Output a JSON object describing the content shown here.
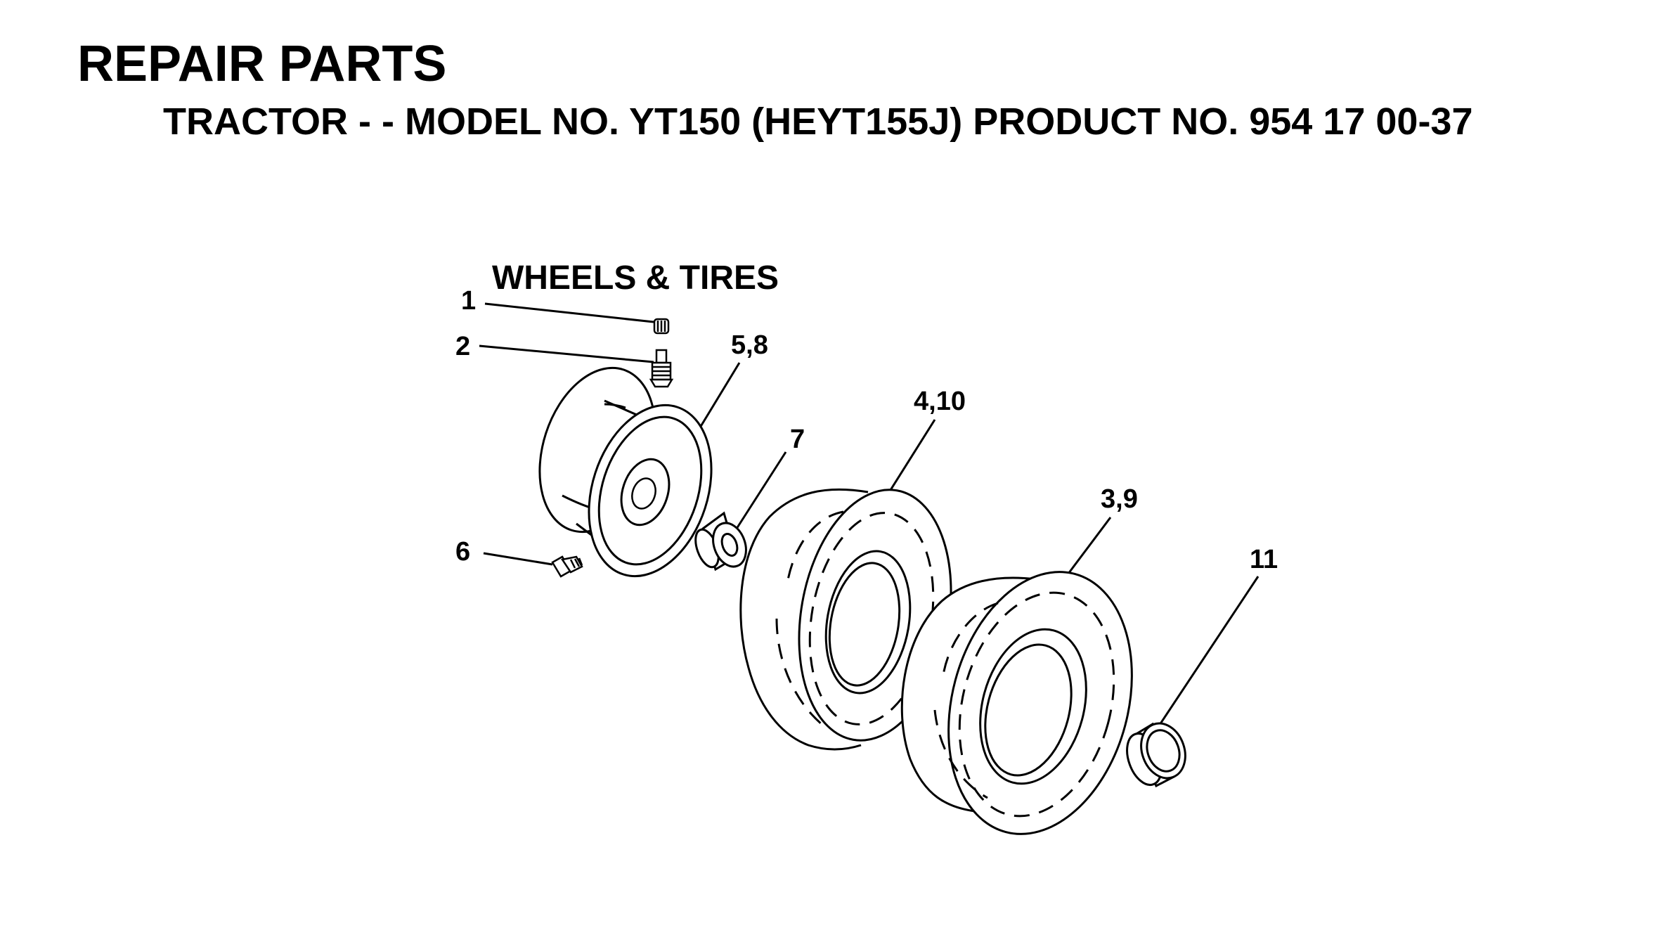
{
  "header": {
    "title": "REPAIR PARTS",
    "subtitle": "TRACTOR - - MODEL NO. YT150 (HEYT155J) PRODUCT NO. 954 17 00-37"
  },
  "diagram": {
    "section_title": "WHEELS & TIRES",
    "callouts": {
      "c1": "1",
      "c2": "2",
      "c58": "5,8",
      "c410": "4,10",
      "c7": "7",
      "c39": "3,9",
      "c6": "6",
      "c11": "11"
    }
  }
}
